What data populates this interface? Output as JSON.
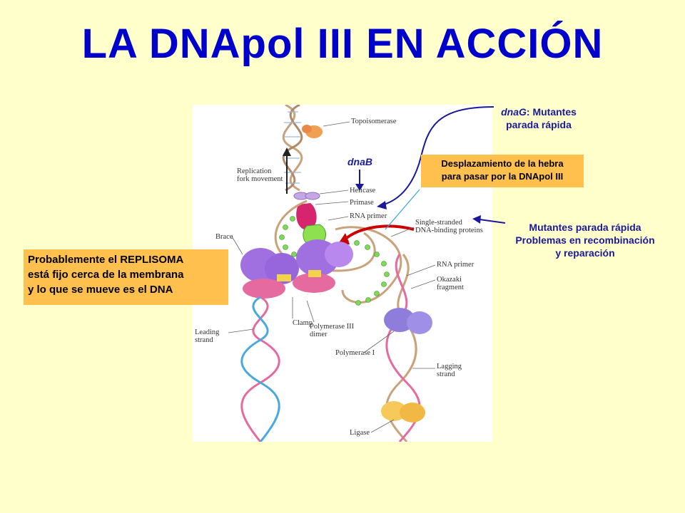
{
  "title": "LA DNApol III EN ACCIÓN",
  "notes": {
    "dnag_gene": "dnaG",
    "dnag_rest": ": Mutantes",
    "dnag_line2": "parada rápida",
    "dnab": "dnaB",
    "ssb_line1": "Mutantes parada rápida",
    "ssb_line2": "Problemas en recombinación",
    "ssb_line3": "y reparación"
  },
  "boxes": {
    "displacement_line1": "Desplazamiento de la hebra",
    "displacement_line2": "para pasar por la DNApol III",
    "replisome_line1": "Probablemente el REPLISOMA",
    "replisome_line2": "está fijo cerca de la membrana",
    "replisome_line3": "y lo que se mueve es el DNA"
  },
  "figure_labels": {
    "topoisomerase": "Topoisomerase",
    "replication_1": "Replication",
    "replication_2": "fork movement",
    "helicase": "Helicase",
    "primase": "Primase",
    "rna_primer_top": "RNA primer",
    "ssb_1": "Single-stranded",
    "ssb_2": "DNA-binding proteins",
    "brace": "Brace",
    "rna_primer_lag": "RNA primer",
    "okazaki_1": "Okazaki",
    "okazaki_2": "fragment",
    "clamp": "Clamp",
    "pol3_1": "Polymerase III",
    "pol3_2": "dimer",
    "leading_1": "Leading",
    "leading_2": "strand",
    "pol1": "Polymerase I",
    "lagging_1": "Lagging",
    "lagging_2": "strand",
    "ligase": "Ligase"
  },
  "colors": {
    "title": "#0000cc",
    "note_text": "#1a1a99",
    "box_fill": "#ffc04d",
    "background": "#ffffcc"
  }
}
